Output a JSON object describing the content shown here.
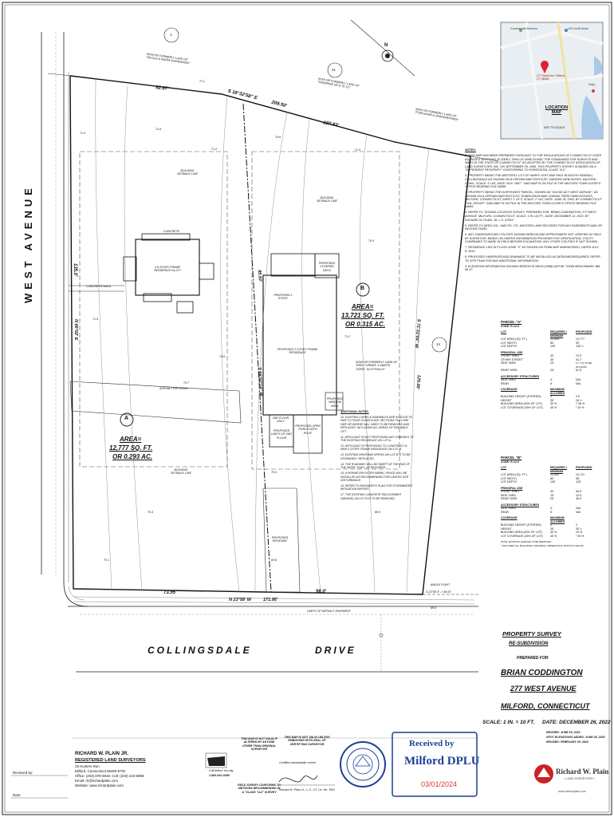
{
  "title_block": {
    "survey_type": "PROPERTY SURVEY",
    "subtitle": "RE-SUBDIVISION",
    "prepared_for_label": "PREPARED FOR",
    "client": "BRIAN CODDINGTON",
    "address": "277 WEST AVENUE",
    "town": "MILFORD, CONNECTICUT",
    "scale": "SCALE: 1 IN. = 10 FT.",
    "date": "DATE: DECEMBER 26, 2022",
    "revisions": [
      "REVISED: JUNE 15, 2023",
      "SPOT ELEVATIONS ADDED: JUNE 26, 2023",
      "REVISED: FEBRUARY 26, 2024"
    ]
  },
  "surveyor": {
    "name": "RICHARD W. PLAIN JR.",
    "firm": "REGISTERED LAND SURVEYORS",
    "lines": [
      "29 Hunters Run",
      "Milford, Connecticut 06460-5702",
      "Office: (203) 878-5818, Cell: (203) 216-5999",
      "Email: rlr@richardplain.com",
      "Website: www.richardplain.com"
    ],
    "logo_name": "Richard W. Plain",
    "logo_tag": "• LAND SURVEYORS •",
    "logo_site": "www.richardplain.com"
  },
  "received_stamp": {
    "title": "Received by",
    "agency": "Milford DPLU",
    "date": "03/01/2024"
  },
  "fine_print": {
    "not_valid": "THIS MAP IS NOT VALID IF ALTERED BY ANYONE OTHER THAN ORIGINAL SURVEYOR",
    "conforms": "FIELD SURVEY CONFORMS TO METHODS RECOMMENDED IN A \"CLASS \"A-2\" SURVEY",
    "seal_note": "THIS MAP IS NOT VALID UNLESS EMBOSSED WITH SEAL OF CERTIFYING SURVEYOR",
    "certify": "Certified substantially correct",
    "sig_line": "Richard W. Plain, Jr., L.S., CT. Lic. No. 7691",
    "call_before": "Call before You dig",
    "phone": "1-800-922-4455",
    "received_by": "Received by:",
    "date_label": "Date:"
  },
  "location_map": {
    "title": "LOCATION MAP",
    "scale": "NOT TO SCALE",
    "pin_label": "277 West Ave, Milford, CT 06461",
    "place1": "Commercial Kitchens",
    "place2": "US Credit Union",
    "place3": "Dairy"
  },
  "streets": {
    "west": "WEST AVENUE",
    "south": "COLLINGSDALE",
    "south2": "DRIVE"
  },
  "parcels": {
    "a_letter": "A",
    "a_area": "AREA=",
    "a_sqft": "12,777 SQ. FT.",
    "a_ac": "OR 0.293 AC.",
    "b_letter": "B",
    "b_area": "AREA=",
    "b_sqft": "13,721 SQ. FT.",
    "b_ac": "OR 0.315 AC."
  },
  "bearings": {
    "top_west": "62.67'",
    "top_bearing": "S 18°32'58\" E",
    "top_mid": "209.50'",
    "top_east": "107.83'",
    "left_dist": "135.0'",
    "left_bearing": "N 66°02' E",
    "mid_bearing": "S 66°02'14\" W",
    "right_bearing": "S 71°22'04\" W",
    "right_dist": "125.00'",
    "bottom_west": "73.95'",
    "bottom_bearing": "N 23°58' W",
    "bottom_mid": "171.95'",
    "bottom_east": "98.0'",
    "mid_dist": "95.93'"
  },
  "neighbors": [
    "NOW OR FORMERLY LAND OF \"NICOLE & MARIA HASHEMANN\"",
    "NOW OR FORMERLY LAND OF \"SANDRINE HE & TE XU\"",
    "NOW OR FORMERLY LAND OF \"FOROUHAR & SHAHRAM EMDI\"",
    "NOW OR FORMERLY LAND OF \"ERIK TURNER, & MARTE TOPET, SCOTSVILLE\""
  ],
  "plan_labels": {
    "house_a": "2.5-STORY FRAME RESIDENCE No.277",
    "house_b": "PROPOSED 2-STORY FRAME RESIDENCE",
    "proposed_1story": "PROPOSED 1 STORY",
    "porch": "PROPOSED COVERED DECK",
    "concrete_walk": "CONCRETE WALK",
    "driveway": "ASPHALT DRIVEWAY",
    "bldg_line": "BUILDING SETBACK LINE",
    "proposed_drive": "PROPOSED DRIVEWAY",
    "open_porch": "PROPOSED OPEN PORCH WITH ROOF",
    "limits": "PROPOSED LIMITS OF 2ND FLOOR",
    "window_well": "PROPOSED WINDOW WELL",
    "second_floor": "2ND FLOOR ONLY",
    "concrete": "CONCRETE",
    "limits_pavement": "LIMITS OF ASPHALT PAVEMENT",
    "angle_point": "ANGLE POINT",
    "east_bearing": "S 23°58' E  ->  95.00'"
  },
  "labels": {
    "notes_title": "NOTES:",
    "add_notes_title": "ADDITIONAL NOTES:",
    "parcel_a_title": "PARCEL \"A\"",
    "parcel_a_zone": "ZONE: R-12.5",
    "parcel_b_title": "PARCEL \"B\"",
    "parcel_b_zone": "ZONE: R-12.5",
    "principal": "PRINCIPAL USE",
    "accessory": "ACCESSORY STRUCTURES",
    "coverage": "COVERAGE",
    "max_allowed": "MAXIMUM ALLOWED",
    "proposed": "PROPOSED",
    "lot": "LOT",
    "req_min": "REQUIRED / MINIMUM",
    "zone_note1": "NOTE: EXISTING GARAGE TO BE REMOVED",
    "zone_note2": "* INCLUDES ALL BUILDINGS, DRIVEWAY, IMPERVIOUS, PATIOS & WALKS"
  },
  "notes": [
    "1. THIS MAP HAS BEEN PREPARED PURSUANT TO THE REGULATIONS OF CONNECTICUT STATE AGENCIES SECTIONS 20-300B-1 THRU 20-300B-20 AND \"THE STANDARDS FOR SURVEYS AND MAPS IN THE STATE OF CONNECTICUT\" AS ADOPTED BY THE CONNECTICUT ASSOCIATION OF LAND SURVEYORS, INC. ON SEPTEMBER 26, 1996. THIS PROPERTY SURVEY IS BASED ON A \"DEPENDENT RESURVEY\" CONFORMING TO HORIZONTAL CLASS \"A-2\".",
    "2. PROPERTY BEING THE WESTERLY LOT OF HARRY LENT AND PAUL RUDOLPH RANDALL, COLLINGSDALE AS SHOWN ON A CERTAIN MAP ENTITLED \"GARDEN VIEW ACRES, MILFORD, CONN., SCALE: 1\"=40', DATE: NOV. 1957\". SAID MAP IS ON FILE IN THE MILFORD TOWN CLERK'S OFFICE BEARING FILE #4898.",
    "3. PROPERTY BEING THE NORTHWEST PARCEL, SHOWN AS \"HOUSE ACT WEST AVENUE\", AS SHOWN ON A CERTAIN MAP ENTITLED \"SUBDIVISION MAP, ZONING TIERE FARM ESTATES, MILFORD, CONNECTICUT, SHEET 1 OF 5, SCALE: 1\"=40', DATE: JUNE 30, 2002, BY CONNECTICUT CIVIL GROUP\". SAID MAP IS ON FILE IN THE MILFORD TOWN CLERK'S OFFICE BEARING FILE #4806.",
    "4. REFER TO \"ZONING LOCATION SURVEY, PREPARED FOR, BRIAN CODDINGTON, 277 WEST AVENUE, MILFORD, CONNECTICUT, SCALE: 1 IN.=10 FT., DATE: DECEMBER 12, 2022, BY RICHARD W. PLAIN, JR. L.S. #7691\".",
    "5. REFER TO DEED VOL. AND PG. 271, MILFORD LAND RECORDS FOR ANY EASEMENTS AND OR RESTRICTIONS.",
    "6. ANY UNDERGROUND UTILITIES SHOWN HEREON ARE APPROXIMATE NOT VERIFIED IN FIELD BY SURVEYOR. BASED ON LIMITED INFORMATION PROVIDED FOR VERIFICATION, UTILITY COMPANIES TO MARK IN FIELD BEFORE EXCAVATION. ANY OTHER UTILITIES IF NOT SHOWN.",
    "7. RESIDENCE LIES IN FLOOD ZONE \"X\" AS SHOWN ON FEMA MAP #09009C0552J, DATED JULY 8, 2013.",
    "8. PROPOSED UNDERGROUND DRAINAGE TO BE INSTALLED AS DESIGNED/REQUIRED. REFER TO SITE PLAN FOR ANY ADDITIONAL INFORMATION.",
    "9. ELEVATION INFORMATION SHOWN HEREON IS NAVD (1988) DATUM. TOWN BENCHMARK: BM 56-47."
  ],
  "additional_notes": [
    "10. EXISTING CURBS & SIDEWALKS ARE IN GOOD TO FAIR TO POOR CONDITIONS. SECTIONS THAT ARE FAIR OR WORSE WILL NEED TO BE REMOVED AND REPLACED, INCLUDING ALL AREAS OF SIDEWALK LIFT.",
    "11. APPLICANT IS NOT PROPOSING ANY CHANGES TO THE EXISTING RESIDENCE ON LOT A.",
    "12. APPLICANT IS PROPOSING TO CONSTRUCT A NEW 2 STORY FRAME RESIDENCE ON LOT B.",
    "13. EXISTING DRIVEWAY APRON ON LOT B IS TO BE UPGRADED / REPLACED.",
    "14. THE ROADWAY WILL BE SWEPT AT THE END OF THE WORK, DAILY, AS REQUIRED.",
    "15. A PERIMETER FILTER FABRIC FENCE WILL BE INSTALLED AS RECOMMENDED FOR LIMITED SITE DISTURBANCE.",
    "16. REFER TO ENGINEER'S PLAN FOR STORMWATER MITIGATION REPORT.",
    "17. THE EXISTING CONCRETE PAD (FORMER GARAGE) ON LOT B IS TO BE REMOVED."
  ],
  "zone_a_rows": [
    [
      "LOT AREA (SQ. FT.)",
      "12,500",
      "12,777"
    ],
    [
      "LOT WIDTH",
      "80'",
      "90'"
    ],
    [
      "LOT DEPTH",
      "100'",
      "135' ±"
    ]
  ],
  "zone_a_principal": [
    [
      "FRONT YARD",
      "30'",
      "72.0'"
    ],
    [
      "OTHER STREET",
      "30'",
      "34.7'"
    ],
    [
      "SIDE YARD",
      "10'",
      "17.7' (8' TO BE 20.0 ENS)"
    ],
    [
      "REAR YARD",
      "25'",
      "61.5'"
    ]
  ],
  "zone_a_accessory": [
    [
      "SIDE YARD",
      "4'",
      "N/A"
    ],
    [
      "REAR",
      "5'",
      "N/A"
    ]
  ],
  "zone_a_coverage": [
    [
      "BUILDING HEIGHT (STORIES)",
      "3",
      "2.5"
    ],
    [
      "HEIGHT",
      "35'",
      "24' ±"
    ],
    [
      "BUILDING AREA (45% OF LOT)",
      "30 %",
      "7.38 %"
    ],
    [
      "LOT COVERAGE (45% OF LOT)",
      "45 %",
      "* 20 %"
    ]
  ],
  "zone_b_rows": [
    [
      "LOT AREA (SQ. FT.)",
      "12,500",
      "13,721"
    ],
    [
      "LOT WIDTH",
      "80'",
      "98'"
    ],
    [
      "LOT DEPTH",
      "100'",
      "125'"
    ]
  ],
  "zone_b_principal": [
    [
      "FRONT YARD",
      "30'",
      "36.0'"
    ],
    [
      "SIDE YARD",
      "10'",
      "10.0'"
    ],
    [
      "REAR YARD",
      "25'",
      "46.0'"
    ]
  ],
  "zone_b_accessory": [
    [
      "SIDE YARD",
      "4'",
      "N/A"
    ],
    [
      "REAR",
      "5'",
      "N/A"
    ]
  ],
  "zone_b_coverage": [
    [
      "BUILDING HEIGHT (STORIES)",
      "3",
      "2"
    ],
    [
      "HEIGHT",
      "35'",
      "30' ±"
    ],
    [
      "BUILDING AREA (45% OF LOT)",
      "30 %",
      "15 %"
    ],
    [
      "LOT COVERAGE (45% OF LOT)",
      "45 %",
      "* 35 %"
    ]
  ],
  "spots": [
    "71.9",
    "71.1",
    "71.6",
    "71.0",
    "70.8",
    "71.3",
    "70.9",
    "71.5",
    "70.7",
    "70.6",
    "71.2",
    "70.4",
    "69.9",
    "70.1",
    "69.8",
    "70.3",
    "69.6"
  ],
  "circles": [
    "1",
    "21",
    "14"
  ],
  "compass": "N"
}
